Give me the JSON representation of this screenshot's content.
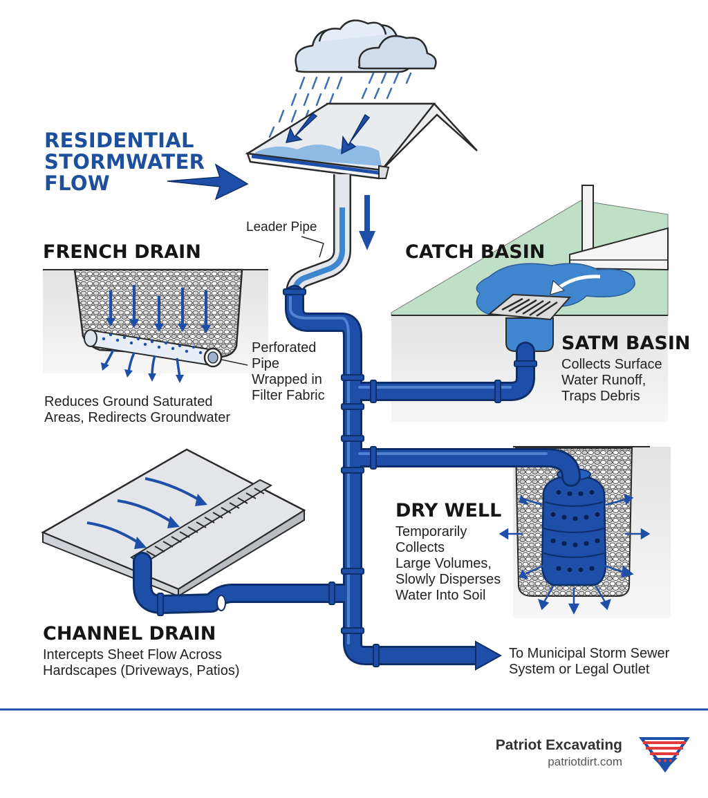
{
  "title": "RESIDENTIAL\nSTORMWATER\nFLOW",
  "labels": {
    "leader_pipe": "Leader Pipe",
    "perforated_pipe": "Perforated\nPipe\nWrapped in\nFilter Fabric",
    "outlet": "To Municipal Storm Sewer\nSystem or Legal Outlet"
  },
  "sections": {
    "french_drain": {
      "title": "FRENCH DRAIN",
      "desc": "Reduces Ground Saturated\nAreas, Redirects Groundwater"
    },
    "catch_basin": {
      "title": "CATCH BASIN",
      "subtitle": "SATM BASIN",
      "desc": "Collects Surface\nWater Runoff,\nTraps Debris"
    },
    "dry_well": {
      "title": "DRY WELL",
      "desc": "Temporarily\nCollects\nLarge Volumes,\nSlowly Disperses\nWater Into Soil"
    },
    "channel_drain": {
      "title": "CHANNEL DRAIN",
      "desc": "Intercepts Sheet Flow Across\nHardscapes (Driveways, Patios)"
    }
  },
  "brand": {
    "name": "Patriot Excavating",
    "url": "patriotdirt.com"
  },
  "colors": {
    "pipe": "#1d4fa8",
    "title": "#1c4f9c",
    "grass": "#bfe0c6",
    "water": "#3f86cf",
    "divider": "#1d4fa8",
    "logo_red": "#e03a3a"
  }
}
